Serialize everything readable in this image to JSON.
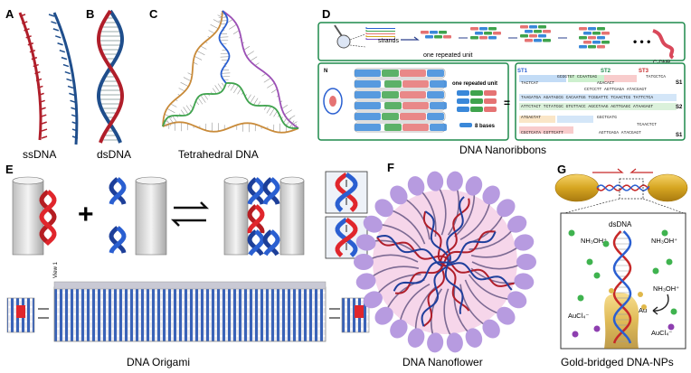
{
  "panels": {
    "A": {
      "letter": "A",
      "caption": "ssDNA"
    },
    "B": {
      "letter": "B",
      "caption": "dsDNA"
    },
    "C": {
      "letter": "C",
      "caption": "Tetrahedral DNA"
    },
    "D": {
      "letter": "D",
      "caption": "DNA Nanoribbons",
      "strands_label": "strands",
      "unit_label": "one repeated unit",
      "unit_label_2": "one repeated unit",
      "bases_label": "8 bases",
      "cdnr_label": "C-DNR",
      "n_label": "N",
      "st_labels": [
        "ST1",
        "ST2",
        "ST3"
      ],
      "s_labels": [
        "S1",
        "S2",
        "S1"
      ],
      "seq_lines": [
        "GCGGTGT CCAATGAG",
        "TACTCAT",
        "AGACACT",
        "TATGCTCA",
        "CCTCCTT AGTTGAGA ATACGAGT",
        "TAAGATGA AGATAGCG CACAATGG TCGGATTC TCAACTCG TATTCTCA",
        "ATTCTACT TCTATCGC GTGTTACC AGCCTAAG AGTTGAGC ATAAGAGT",
        "ATGAGTAT",
        "GGCTGATG",
        "CGCTCATA CGTTCATT",
        "TCAACTCT",
        "AGTTGAGA ATACGAGT"
      ]
    },
    "E": {
      "letter": "E",
      "caption": "DNA Origami",
      "view_label": "View 1"
    },
    "F": {
      "letter": "F",
      "caption": "DNA Nanoflower"
    },
    "G": {
      "letter": "G",
      "caption": "Gold-bridged DNA-NPs",
      "dsdna_label": "dsDNA",
      "au_label": "Au",
      "nh3oh_label": "NH₃OH⁺",
      "aucl4_label": "AuCl₄⁻"
    }
  },
  "colors": {
    "red": "#b01e2a",
    "blue": "#1f4e8c",
    "green_border": "#1e8a4c",
    "helix_red": "#e0262c",
    "helix_blue": "#2a5fd1",
    "gold": "#d6a521",
    "petal": "#b79be0"
  }
}
